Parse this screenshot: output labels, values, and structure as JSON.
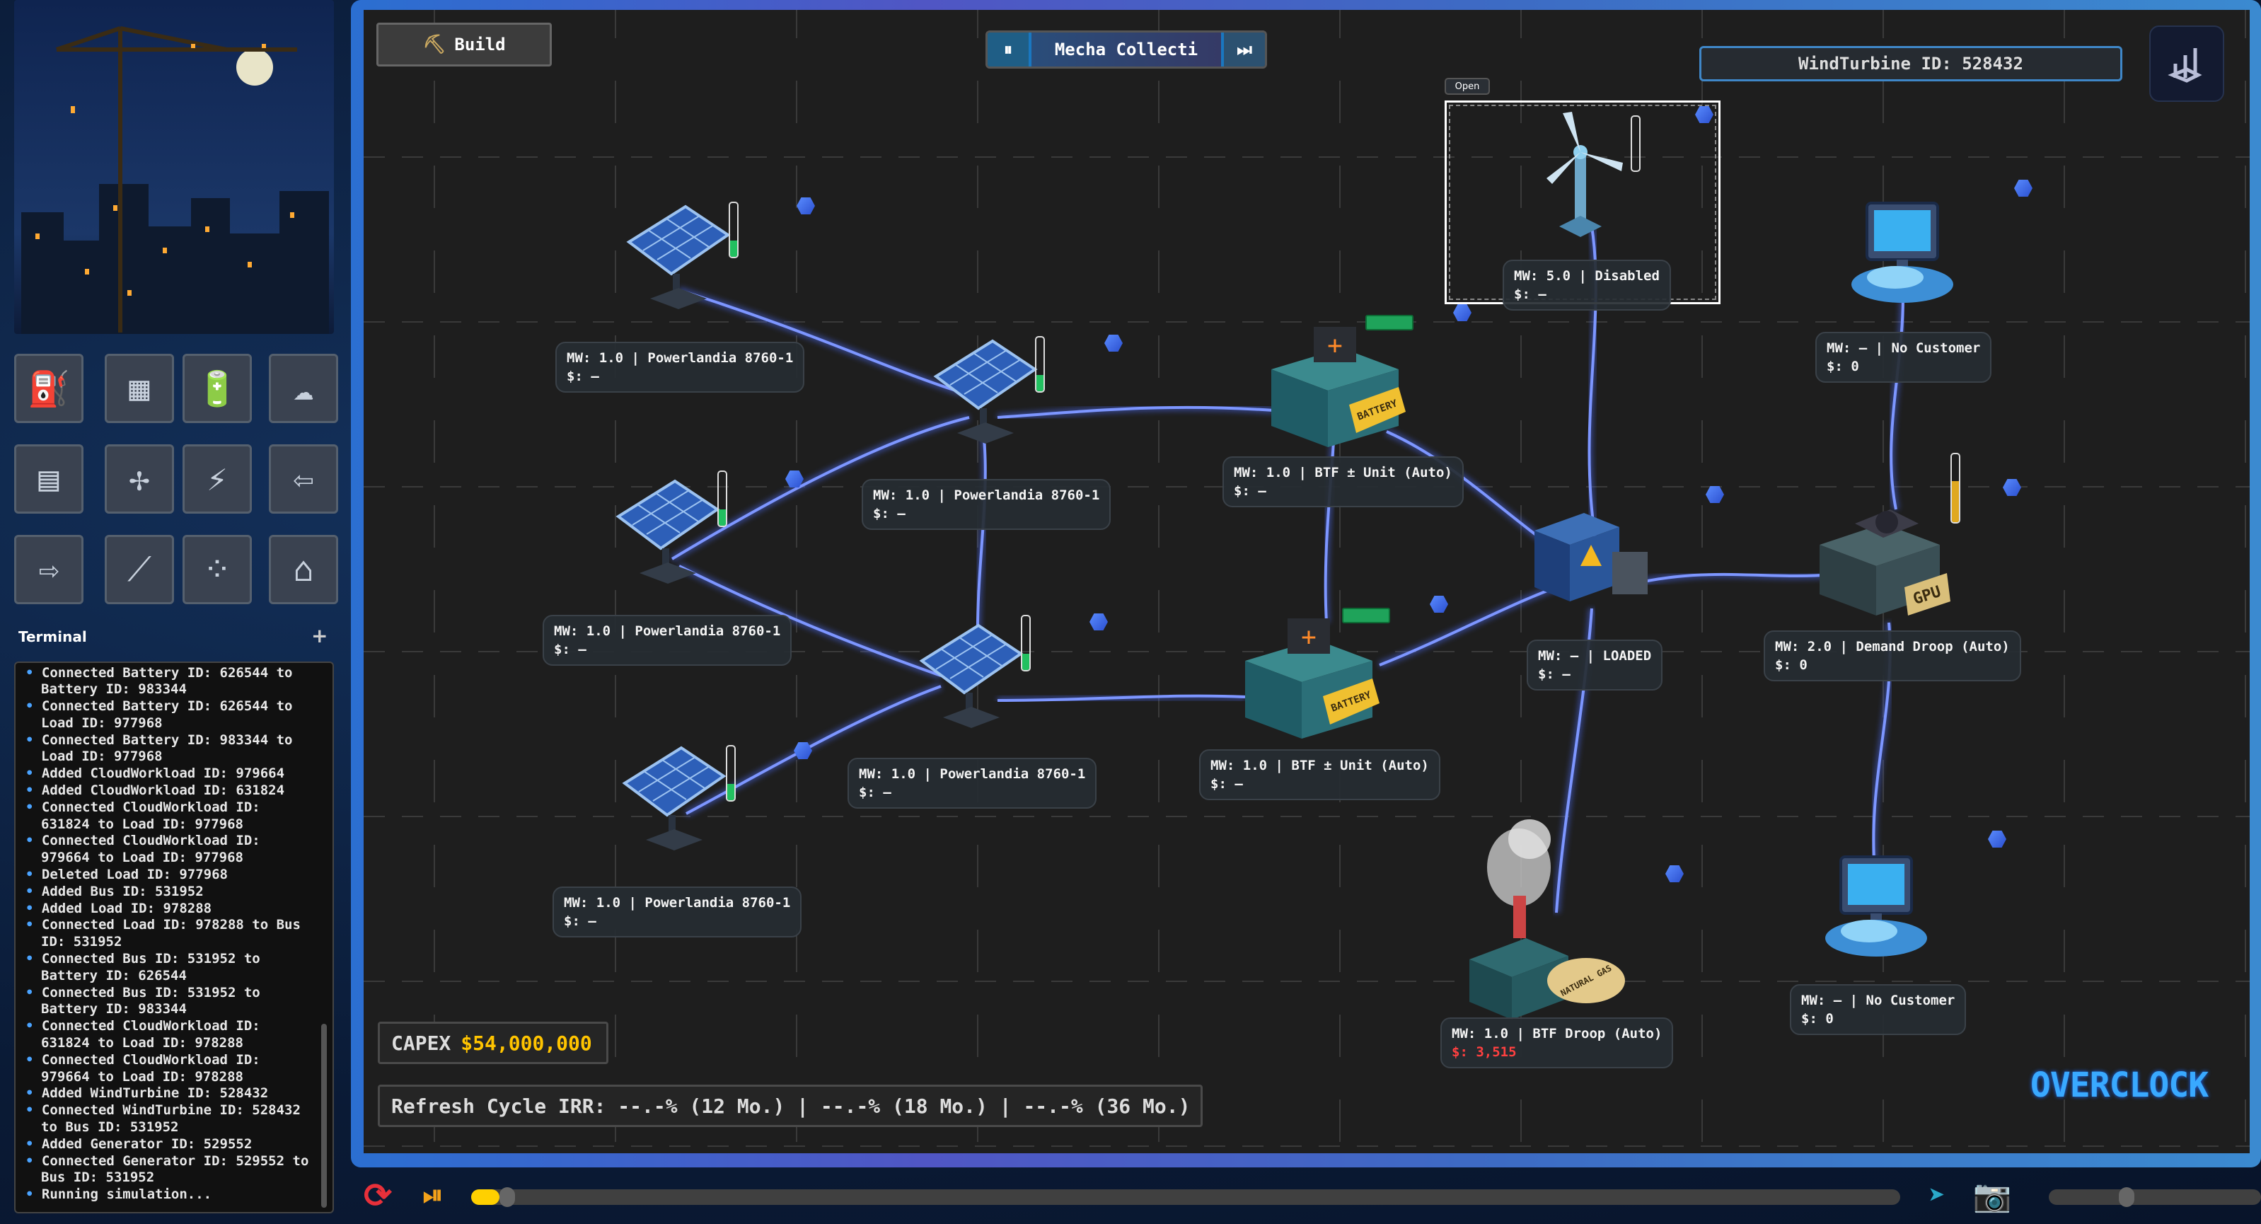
{
  "sidebar": {
    "tools": [
      {
        "icon": "gas-generator-icon"
      },
      {
        "icon": "gpu-icon"
      },
      {
        "icon": "battery-icon"
      },
      {
        "icon": "cloud-workload-icon"
      },
      {
        "icon": "solar-panel-icon"
      },
      {
        "icon": "wind-turbine-icon"
      },
      {
        "icon": "transformer-icon"
      },
      {
        "icon": "transmission-tower-in-icon"
      },
      {
        "icon": "transmission-tower-out-icon"
      },
      {
        "icon": "connect-line-icon"
      },
      {
        "icon": "network-icon"
      },
      {
        "icon": "landscape-icon"
      }
    ],
    "terminal": {
      "title": "Terminal",
      "add_label": "+",
      "lines": [
        "Connected Battery ID: 626544 to Battery ID: 983344",
        "Connected Battery ID: 626544 to Load ID: 977968",
        "Connected Battery ID: 983344 to Load ID: 977968",
        "Added CloudWorkload ID: 979664",
        "Added CloudWorkload ID: 631824",
        "Connected CloudWorkload ID: 631824 to Load ID: 977968",
        "Connected CloudWorkload ID: 979664 to Load ID: 977968",
        "Deleted Load ID: 977968",
        "Added Bus ID: 531952",
        "Added Load ID: 978288",
        "Connected Load ID: 978288 to Bus ID: 531952",
        "Connected Bus ID: 531952 to Battery ID: 626544",
        "Connected Bus ID: 531952 to Battery ID: 983344",
        "Connected CloudWorkload ID: 631824 to Load ID: 978288",
        "Connected CloudWorkload ID: 979664 to Load ID: 978288",
        "Added WindTurbine ID: 528432",
        "Connected WindTurbine ID: 528432 to Bus ID: 531952",
        "Added Generator ID: 529552",
        "Connected Generator ID: 529552 to Bus ID: 531952",
        "Running simulation..."
      ]
    }
  },
  "toolbar": {
    "build_label": "Build",
    "scenario_label": "Mecha Collecti",
    "pause_icon": "pause-icon",
    "skip_icon": "fast-forward-icon",
    "selected_label": "WindTurbine ID: 528432",
    "open_label": "Open"
  },
  "nodes": {
    "solar1": {
      "line1": "MW: 1.0 | Powerlandia 8760-1",
      "line2": "$: –",
      "level": 0.3
    },
    "solar2": {
      "line1": "MW: 1.0 | Powerlandia 8760-1",
      "line2": "$: –",
      "level": 0.3
    },
    "solar3": {
      "line1": "MW: 1.0 | Powerlandia 8760-1",
      "line2": "$: –",
      "level": 0.3
    },
    "solar4": {
      "line1": "MW: 1.0 | Powerlandia 8760-1",
      "line2": "$: –",
      "level": 0.3
    },
    "solar5": {
      "line1": "MW: 1.0 | Powerlandia 8760-1",
      "line2": "$: –",
      "level": 0.3
    },
    "battery1": {
      "line1": "MW: 1.0 | BTF ± Unit (Auto)",
      "line2": "$: –",
      "tag": "BATTERY"
    },
    "battery2": {
      "line1": "MW: 1.0 | BTF ± Unit (Auto)",
      "line2": "$: –",
      "tag": "BATTERY"
    },
    "wind": {
      "line1": "MW: 5.0 | Disabled",
      "line2": "$: –",
      "level": 0
    },
    "bus": {
      "line1": "MW: – | LOADED",
      "line2": "$: –"
    },
    "cloud1": {
      "line1": "MW: – | No Customer",
      "line2": "$: 0"
    },
    "gpu": {
      "line1": "MW: 2.0 | Demand Droop (Auto)",
      "line2": "$: 0",
      "tag": "GPU",
      "level": 0.6
    },
    "gas": {
      "line1": "MW: 1.0 | BTF Droop (Auto)",
      "line2": "$: 3,515",
      "tag": "NATURAL GAS"
    },
    "cloud2": {
      "line1": "MW: – | No Customer",
      "line2": "$: 0"
    }
  },
  "metrics": {
    "capex_label": "CAPEX",
    "capex_value": "$54,000,000",
    "irr_text": "Refresh Cycle IRR: --.-% (12 Mo.) | --.-% (18 Mo.) | --.-% (36 Mo.)",
    "brand": "OVERCLOCK"
  },
  "playback": {
    "progress": 0.01,
    "speed": 0.33
  },
  "colors": {
    "accent": "#3f87c8",
    "capex": "#ffc400",
    "negative": "#ff4040",
    "wire": "#6f8cff",
    "brand": "#39a9ff"
  }
}
